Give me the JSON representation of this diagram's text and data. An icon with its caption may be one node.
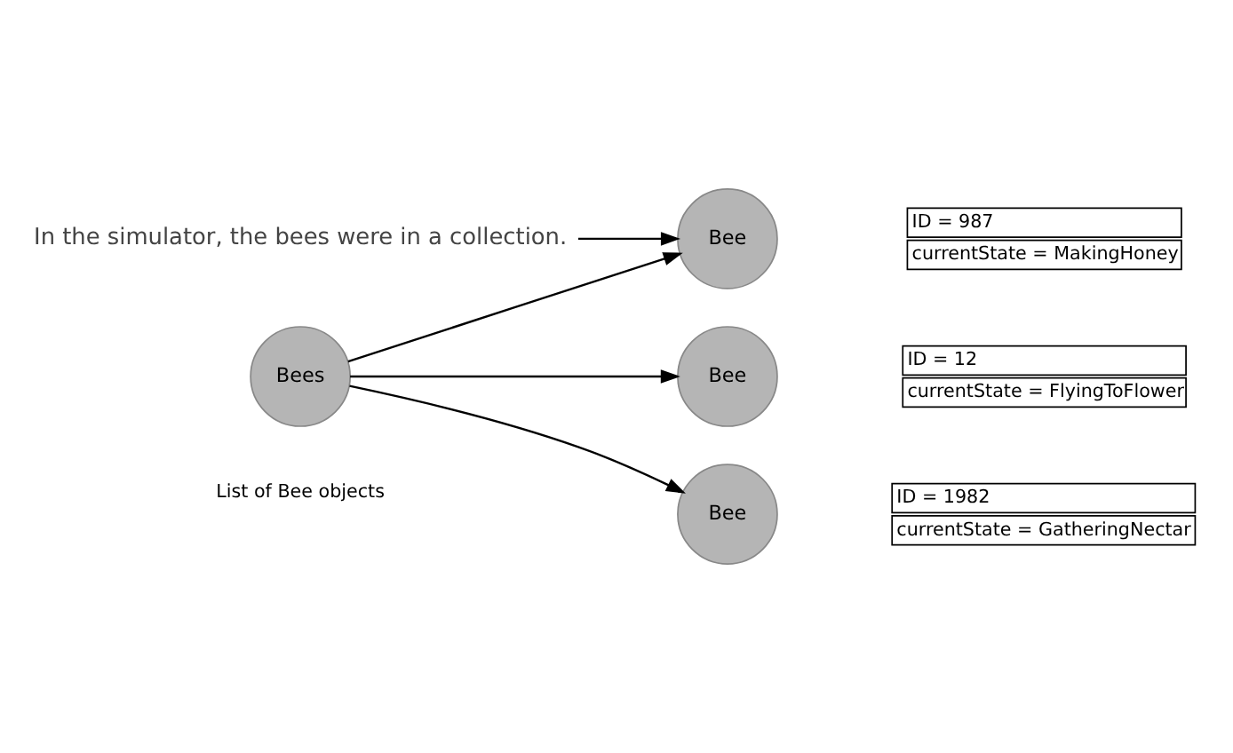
{
  "diagram": {
    "nodes": [
      {
        "text": [
          "In the simulator, the bees were in a collection."
        ]
      },
      {
        "text": [
          "Bee"
        ],
        "beside": [
          "ID = 987",
          "currentState = MakingHoney"
        ]
      },
      {
        "text": [
          "Bees"
        ],
        "beside": [
          "List of Bee objects"
        ]
      },
      {
        "text": [
          "Bee"
        ],
        "beside": [
          "ID = 12",
          "currentState = FlyingToFlower"
        ]
      },
      {
        "text": [
          "Bee"
        ],
        "beside": [
          "ID = 1982",
          "currentState = GatheringNectar"
        ]
      }
    ],
    "edges": [
      {
        "from": 0,
        "to": 1,
        "arrow": "to"
      },
      {
        "from": 2,
        "to": 1,
        "arrow": "to"
      },
      {
        "from": 2,
        "to": 3,
        "arrow": "to"
      },
      {
        "from": 2,
        "to": 4,
        "arrow": "to"
      }
    ]
  }
}
